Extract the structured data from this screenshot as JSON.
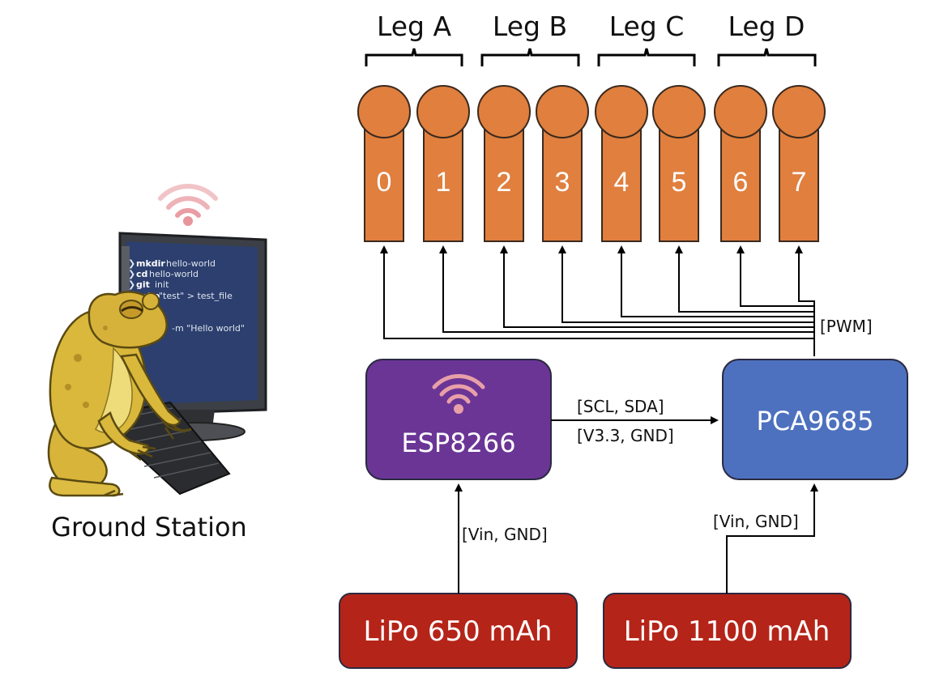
{
  "legs": [
    {
      "label": "Leg A",
      "servos": [
        "0",
        "1"
      ]
    },
    {
      "label": "Leg B",
      "servos": [
        "2",
        "3"
      ]
    },
    {
      "label": "Leg C",
      "servos": [
        "4",
        "5"
      ]
    },
    {
      "label": "Leg D",
      "servos": [
        "6",
        "7"
      ]
    }
  ],
  "esp": {
    "label": "ESP8266",
    "color": "#6b3596"
  },
  "pca": {
    "label": "PCA9685",
    "color": "#4d71bf"
  },
  "bus": {
    "pwm": "[PWM]",
    "i2c": "[SCL, SDA]",
    "power": "[V3.3, GND]"
  },
  "batteries": [
    {
      "label": "LiPo 650 mAh",
      "wire_label": "[Vin, GND]",
      "color": "#b52418"
    },
    {
      "label": "LiPo 1100 mAh",
      "wire_label": "[Vin, GND]",
      "color": "#b52418"
    }
  ],
  "ground_station": {
    "label": "Ground Station",
    "terminal_lines": [
      {
        "cmd": "mkdir",
        "arg": "hello-world"
      },
      {
        "cmd": "cd",
        "arg": "hello-world"
      },
      {
        "cmd": "git",
        "arg": "init"
      },
      {
        "cmd": "echo",
        "arg": "\"test\" > test_file"
      },
      {
        "cmd": "",
        "arg": "-m \"Hello world\""
      }
    ]
  },
  "colors": {
    "servo": "#e07f3e",
    "servo_stroke": "#3b2a1e",
    "wifi": "#e8a0a8",
    "box_stroke": "#2a2a40"
  }
}
